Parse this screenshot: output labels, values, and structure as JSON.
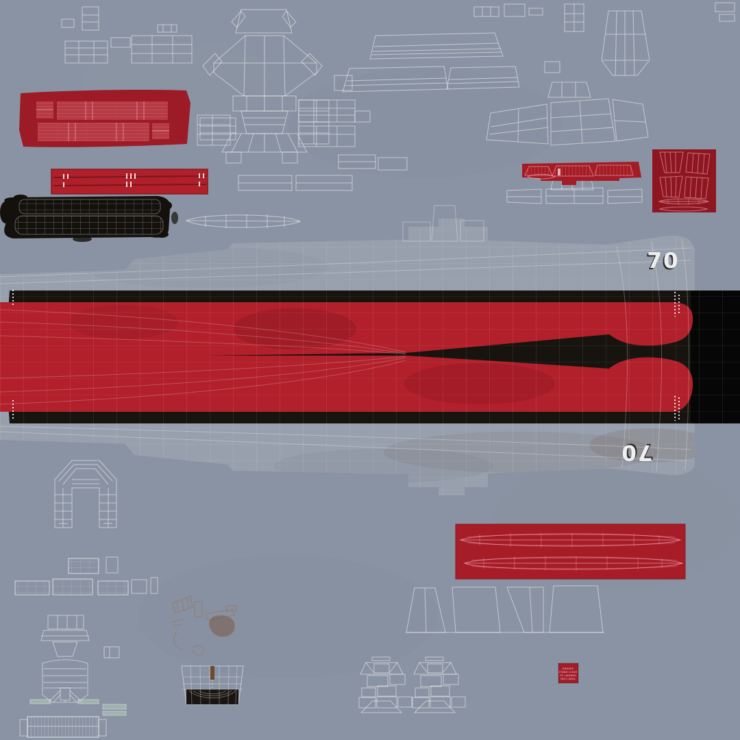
{
  "colors": {
    "background": "#8A93A3",
    "hull_gray": "#98A0AD",
    "hull_red": "#B1202B",
    "red_deck_panel": "#9C1B26",
    "red_deck_inner": "#B53A45",
    "red_strip": "#AF202B",
    "red_cups_square": "#8D1621",
    "red_ovals_panel": "#A61D28",
    "red_sponson_strip": "#A41C26",
    "warning_red": "#A21D2A",
    "boot_stripe_black": "#17140F",
    "paint_black": "#060606",
    "brush_black": "#14110D",
    "hull_number_white": "#EFEFEF",
    "number_shadow": "#2B2B2B"
  },
  "hull_markings": {
    "bow_number": "70",
    "stern_number": "70"
  },
  "warning_label": {
    "line1": "DANGER",
    "line2": "STAND CLEAR",
    "line3": "OF LANDING",
    "line4": "HELO AREA"
  }
}
